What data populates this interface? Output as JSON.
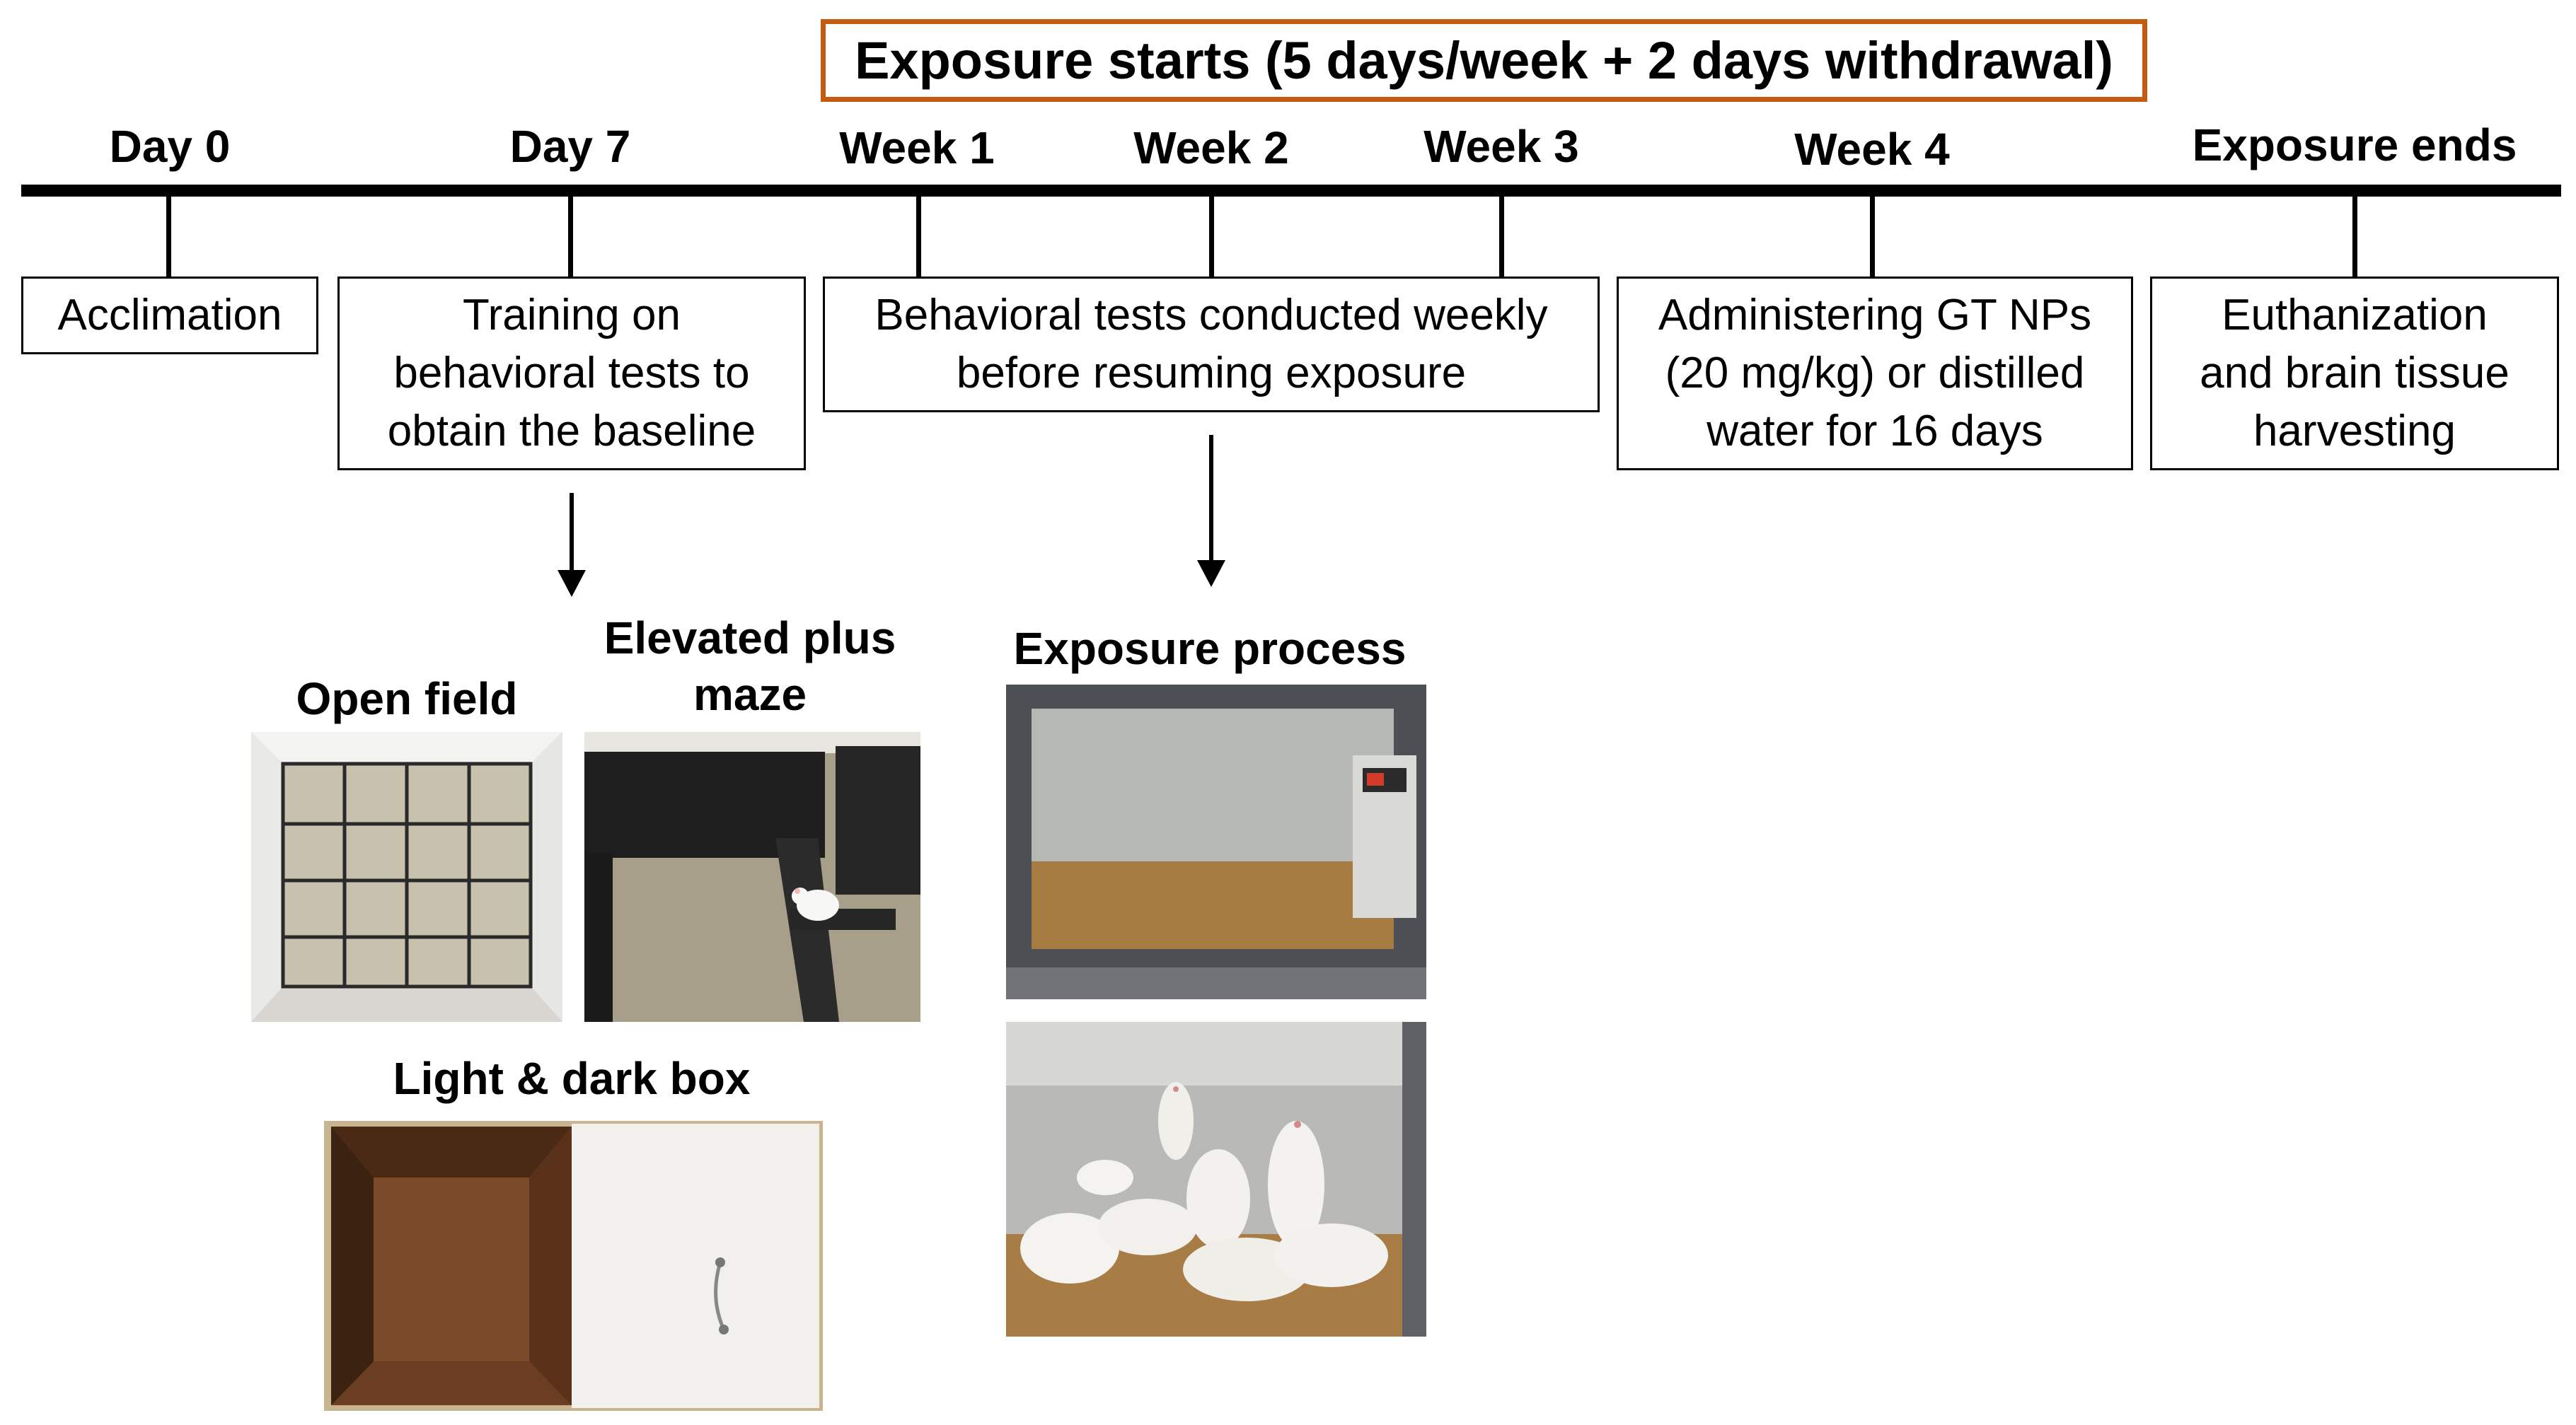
{
  "header": {
    "title": "Exposure starts (5 days/week + 2 days withdrawal)",
    "border_color": "#c55a11"
  },
  "timeline": {
    "labels": [
      "Day 0",
      "Day 7",
      "Week 1",
      "Week 2",
      "Week 3",
      "Week 4",
      "Exposure ends"
    ]
  },
  "boxes": [
    {
      "lines": [
        "Acclimation"
      ]
    },
    {
      "lines": [
        "Training on",
        "behavioral tests to",
        "obtain the baseline"
      ]
    },
    {
      "lines": [
        "Behavioral tests conducted weekly",
        "before resuming exposure"
      ]
    },
    {
      "lines": [
        "Administering GT NPs",
        "(20 mg/kg) or distilled",
        "water for 16 days"
      ]
    },
    {
      "lines": [
        "Euthanization",
        "and brain tissue",
        "harvesting"
      ]
    }
  ],
  "photos": {
    "open_field": {
      "title": "Open field"
    },
    "epm": {
      "title_lines": [
        "Elevated plus",
        "maze"
      ]
    },
    "light_dark": {
      "title": "Light & dark box"
    },
    "exposure": {
      "title": "Exposure process"
    }
  }
}
